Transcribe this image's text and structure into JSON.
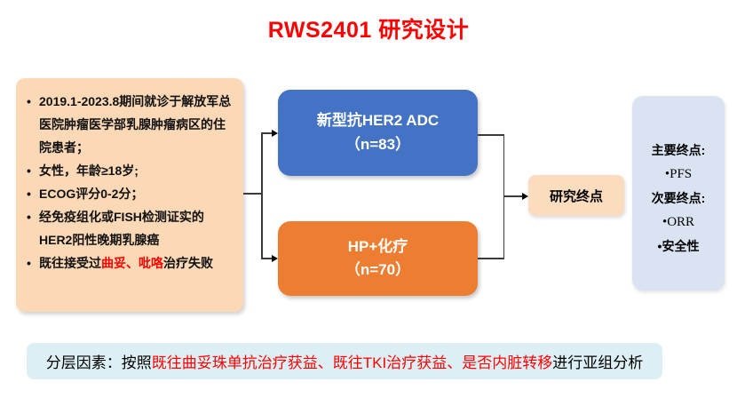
{
  "title": "RWS2401 研究设计",
  "colors": {
    "title_red": "#ff0000",
    "criteria_box_bg": "#fbd9b7",
    "arm_top_bg": "#4472c4",
    "arm_bottom_bg": "#ed7d31",
    "endpoint_box_bg": "#fbdcbe",
    "endpoints_panel_bg": "#dae3f2",
    "strat_bar_bg": "#dceff4",
    "red_text": "#ff0000"
  },
  "criteria_box": {
    "bullet_char": "•",
    "items": [
      {
        "pre": "2019.1-2023.8期间就诊于解放军总医院肿瘤医学部乳腺肿瘤病区的住院患者；"
      },
      {
        "pre": "女性，年龄≥18岁;"
      },
      {
        "pre": "ECOG评分0-2分；"
      },
      {
        "pre": "经免疫组化或FISH检测证实的HER2阳性晚期乳腺癌"
      },
      {
        "pre": "既往接受过",
        "red": "曲妥、吡咯",
        "post": "治疗失败"
      }
    ]
  },
  "arm_top": {
    "line1": "新型抗HER2 ADC",
    "line2": "（n=83）"
  },
  "arm_bottom": {
    "line1": "HP+化疗",
    "line2": "（n=70）"
  },
  "endpoint_box": {
    "label": "研究终点"
  },
  "endpoints_panel": {
    "primary_label": "主要终点:",
    "primary_items": [
      "•PFS"
    ],
    "secondary_label": "次要终点:",
    "secondary_items": [
      "•ORR",
      "•安全性"
    ]
  },
  "strat_bar": {
    "black_pre": "分层因素：按照",
    "red": "既往曲妥珠单抗治疗获益、既往TKI治疗获益、是否内脏转移",
    "black_post": "进行亚组分析"
  }
}
